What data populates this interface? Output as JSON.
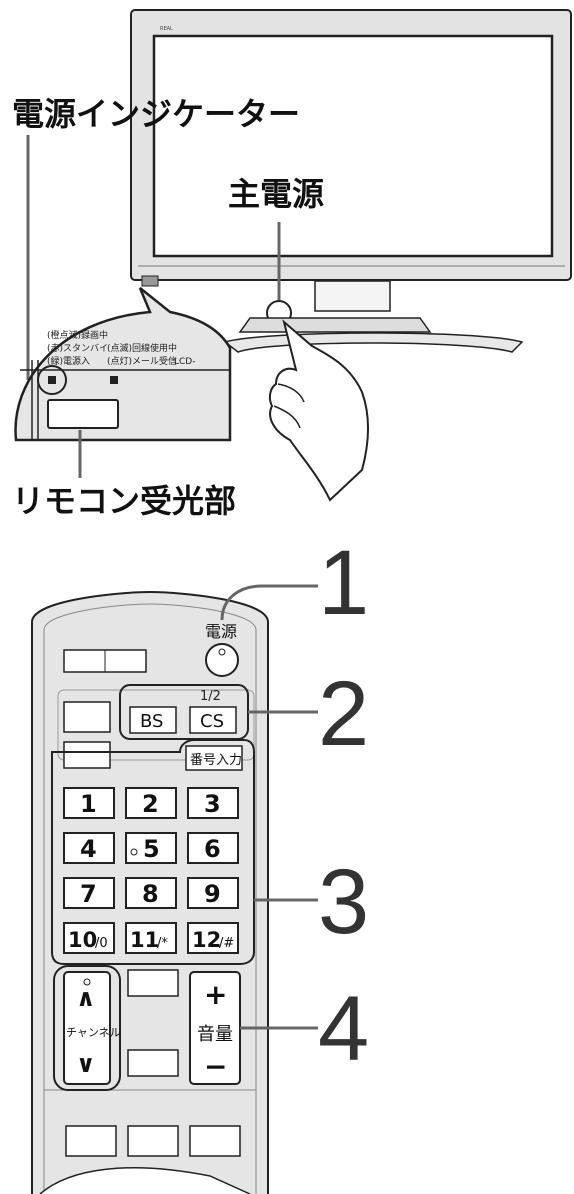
{
  "tv": {
    "brand": "REAL",
    "power_indicator_label": "電源インジケーター",
    "main_power_label": "主電源",
    "remote_sensor_label": "リモコン受光部",
    "indicator_legend": {
      "line1_left": "(橙点滅)録画中",
      "line2_left": "(赤)スタンバイ",
      "line2_right": "(点滅)回線使用中",
      "line3_left": "(緑)電源入",
      "line3_right": "(点灯)メール受信",
      "model": "LCD-"
    }
  },
  "remote": {
    "power_label": "電源",
    "page_label": "1/2",
    "bs_label": "BS",
    "cs_label": "CS",
    "number_input_label": "番号入力",
    "numbers": [
      {
        "main": "1",
        "sub": ""
      },
      {
        "main": "2",
        "sub": ""
      },
      {
        "main": "3",
        "sub": ""
      },
      {
        "main": "4",
        "sub": ""
      },
      {
        "main": "5",
        "sub": ""
      },
      {
        "main": "6",
        "sub": ""
      },
      {
        "main": "7",
        "sub": ""
      },
      {
        "main": "8",
        "sub": ""
      },
      {
        "main": "9",
        "sub": ""
      },
      {
        "main": "10",
        "sub": "/0"
      },
      {
        "main": "11",
        "sub": "/*"
      },
      {
        "main": "12",
        "sub": "/#"
      }
    ],
    "channel_label": "チャンネル",
    "channel_up": "∧",
    "channel_down": "∨",
    "volume_label": "音量",
    "volume_up": "+",
    "volume_down": "−"
  },
  "steps": [
    "1",
    "2",
    "3",
    "4"
  ]
}
